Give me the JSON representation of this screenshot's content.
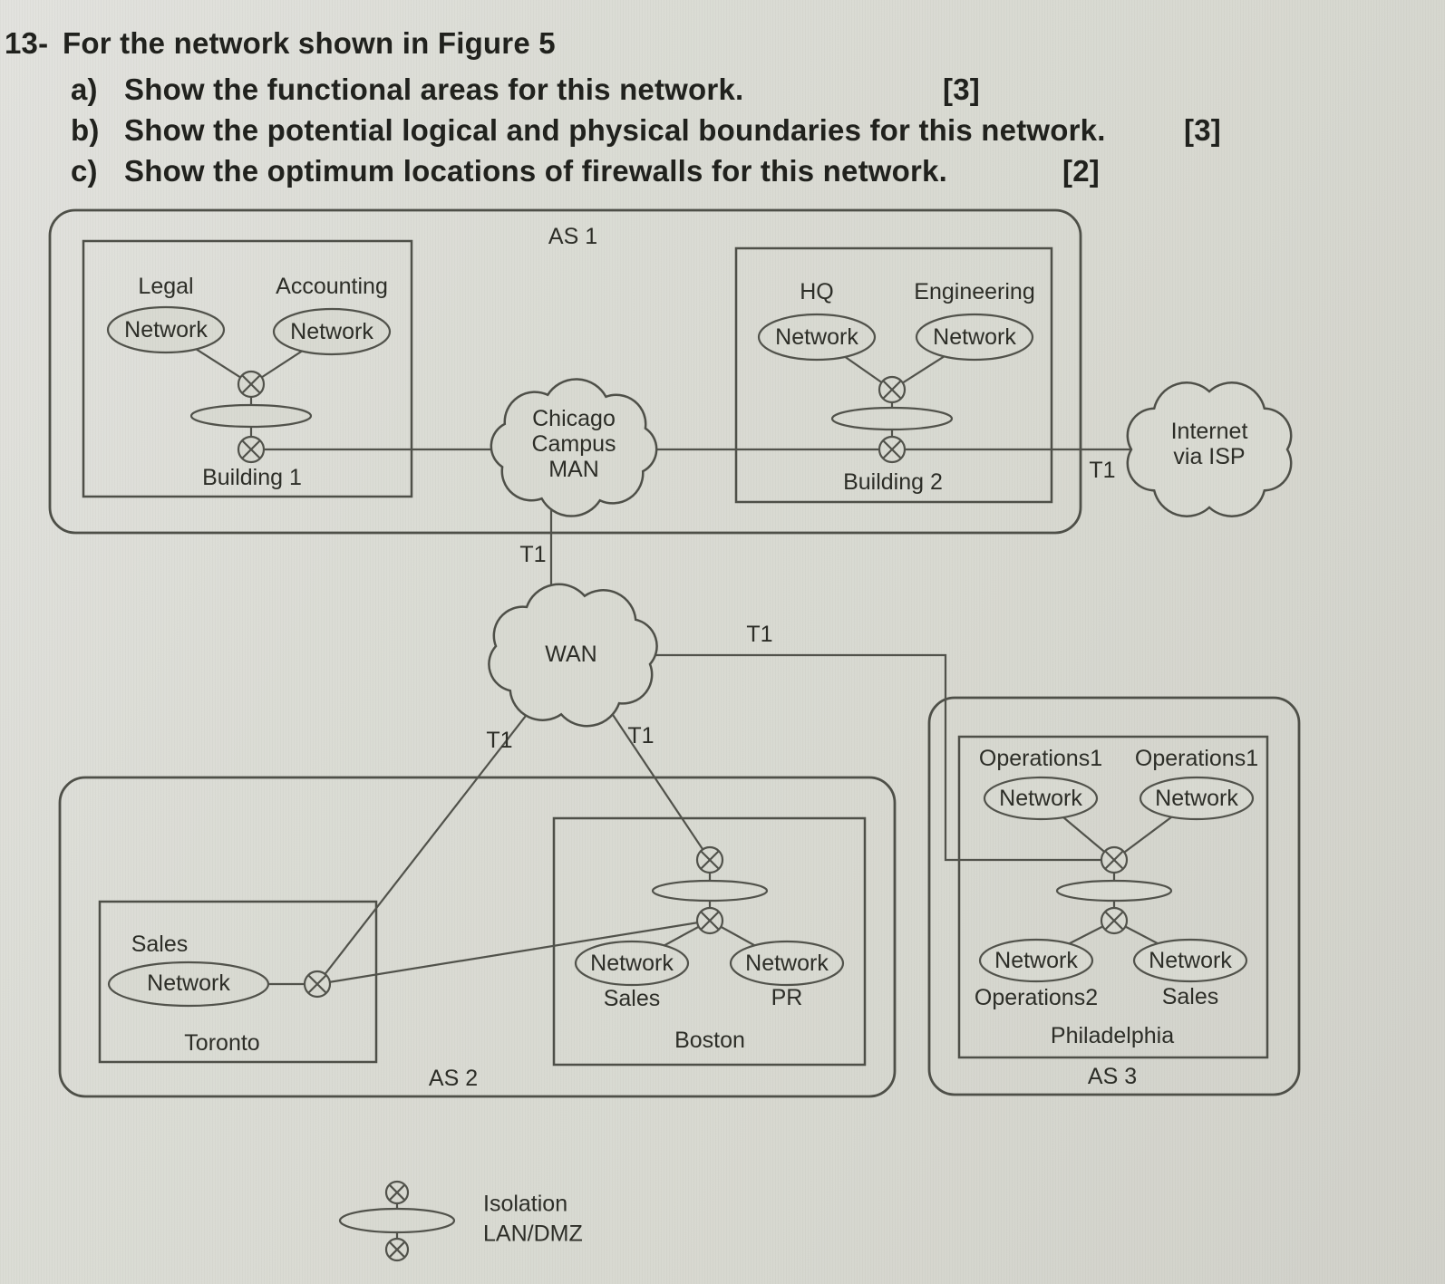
{
  "question": {
    "number": "13-",
    "title": "For the network shown in Figure 5",
    "parts": [
      {
        "label": "a)",
        "text": "Show the functional areas for this network.",
        "marks": "[3]"
      },
      {
        "label": "b)",
        "text": "Show the potential logical and physical boundaries for this network.",
        "marks": "[3]"
      },
      {
        "label": "c)",
        "text": "Show the optimum locations of firewalls for this network.",
        "marks": "[2]"
      }
    ]
  },
  "diagram": {
    "as1": {
      "label": "AS 1",
      "building1": {
        "label": "Building 1",
        "legal": {
          "name": "Legal",
          "oval": "Network"
        },
        "accounting": {
          "name": "Accounting",
          "oval": "Network"
        }
      },
      "building2": {
        "label": "Building 2",
        "hq": {
          "name": "HQ",
          "oval": "Network"
        },
        "engineering": {
          "name": "Engineering",
          "oval": "Network"
        }
      }
    },
    "as2": {
      "label": "AS 2",
      "toronto": {
        "label": "Toronto",
        "sales": {
          "name": "Sales",
          "oval": "Network"
        }
      },
      "boston": {
        "label": "Boston",
        "sales": {
          "name": "Sales",
          "oval": "Network"
        },
        "pr": {
          "name": "PR",
          "oval": "Network"
        }
      }
    },
    "as3": {
      "label": "AS 3",
      "philadelphia": {
        "label": "Philadelphia",
        "operations1_left": {
          "name": "Operations1",
          "oval": "Network"
        },
        "operations1_right": {
          "name": "Operations1",
          "oval": "Network"
        },
        "operations2": {
          "name": "Operations2",
          "oval": "Network"
        },
        "sales": {
          "name": "Sales",
          "oval": "Network"
        }
      }
    },
    "clouds": {
      "man": {
        "line1": "Chicago",
        "line2": "Campus",
        "line3": "MAN"
      },
      "wan": {
        "label": "WAN"
      },
      "internet": {
        "line1": "Internet",
        "line2": "via ISP"
      }
    },
    "links": {
      "t1_labels": [
        "T1",
        "T1",
        "T1",
        "T1",
        "T1"
      ]
    }
  },
  "legend": {
    "symbol": "router-lan-router-icon",
    "line1": "Isolation",
    "line2": "LAN/DMZ"
  },
  "colors": {
    "background": "#d9dad2",
    "line": "#51524b",
    "text": "#2c2d27",
    "heading_text": "#20211d"
  }
}
